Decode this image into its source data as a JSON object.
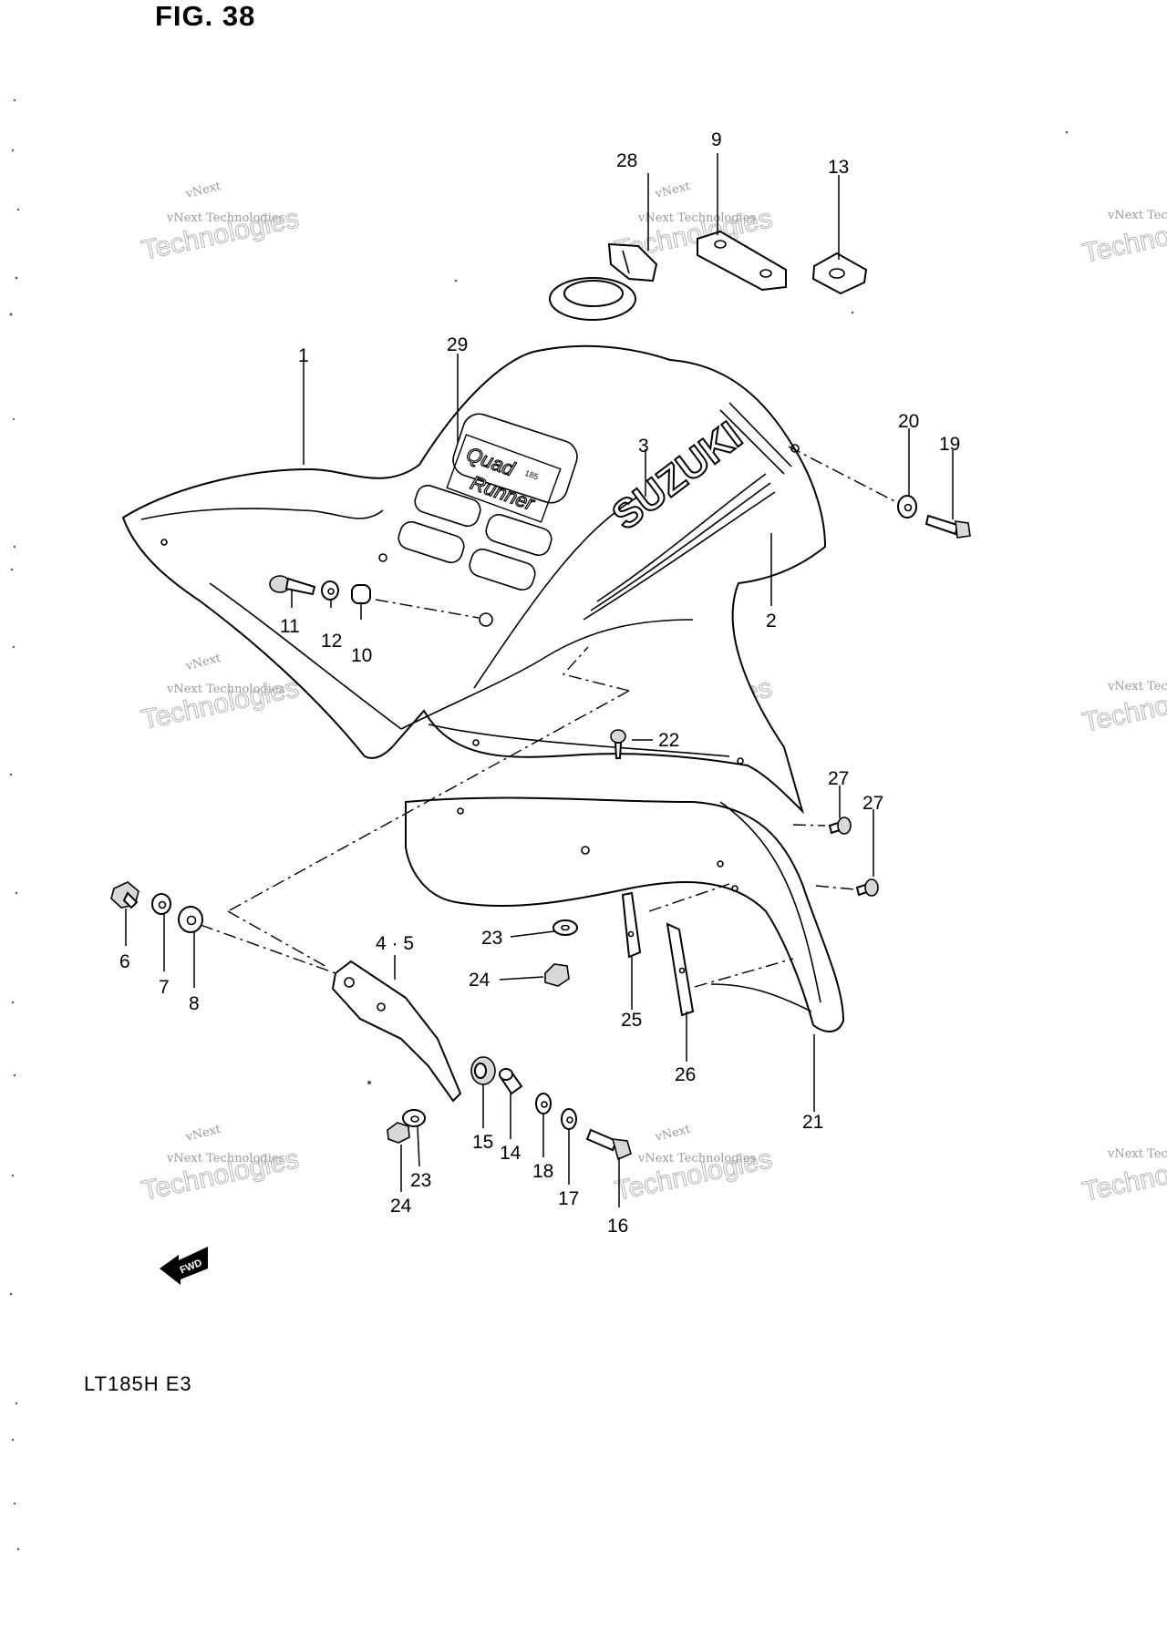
{
  "figure": {
    "title": "FIG. 38",
    "model": "LT185H  E3"
  },
  "watermark": {
    "line1": "vNext Technologies",
    "line2": "vNext",
    "line3": "Technologies"
  },
  "fwd_label": "FWD",
  "decals": {
    "brand": "SUZUKI",
    "model_top": "Quad",
    "model_bottom": "Runner",
    "model_size": "185"
  },
  "callouts": [
    "28",
    "9",
    "13",
    "1",
    "29",
    "3",
    "20",
    "19",
    "2",
    "11",
    "12",
    "10",
    "22",
    "27",
    "27",
    "6",
    "7",
    "8",
    "4 · 5",
    "23",
    "24",
    "25",
    "26",
    "21",
    "15",
    "14",
    "18",
    "17",
    "16",
    "23",
    "24"
  ],
  "colors": {
    "line": "#000000",
    "background": "#ffffff",
    "watermark": "#9a9a9a"
  }
}
